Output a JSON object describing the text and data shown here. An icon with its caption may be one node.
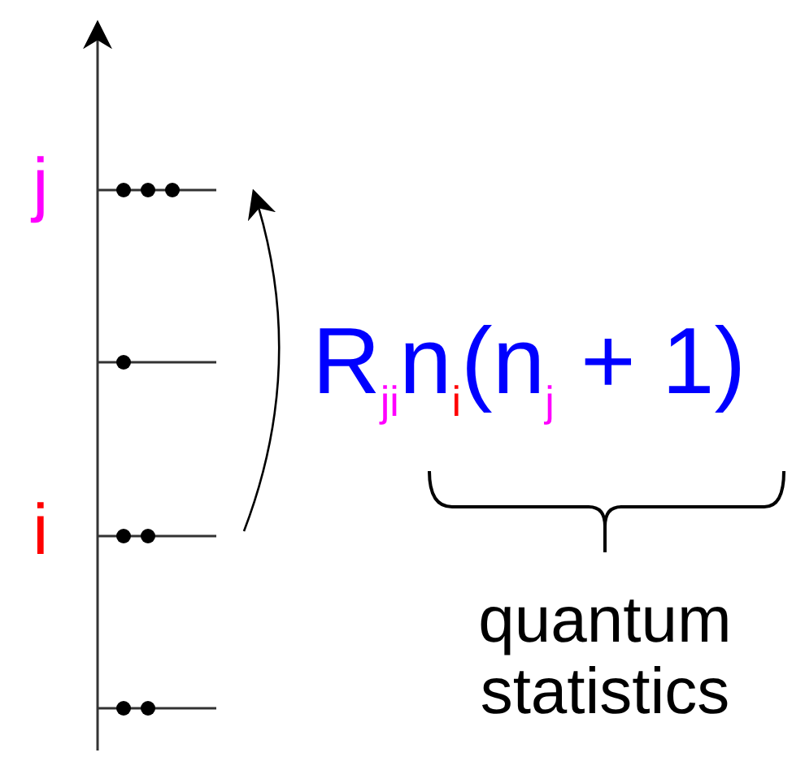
{
  "diagram": {
    "nodes": [
      {
        "text": [],
        "shape": "bar",
        "beside": [
          "j"
        ]
      },
      {
        "text": [],
        "shape": "bar"
      },
      {
        "text": [],
        "shape": "bar",
        "beside": [
          "i"
        ]
      },
      {
        "text": [],
        "shape": "bar"
      }
    ],
    "edges": [
      {
        "from": 2,
        "to": 0,
        "arrow": "to"
      }
    ],
    "labels": [
      "R$_{ji}$n$_{i}$(n$_{j}$ + 1)",
      "quantum statistics"
    ]
  }
}
